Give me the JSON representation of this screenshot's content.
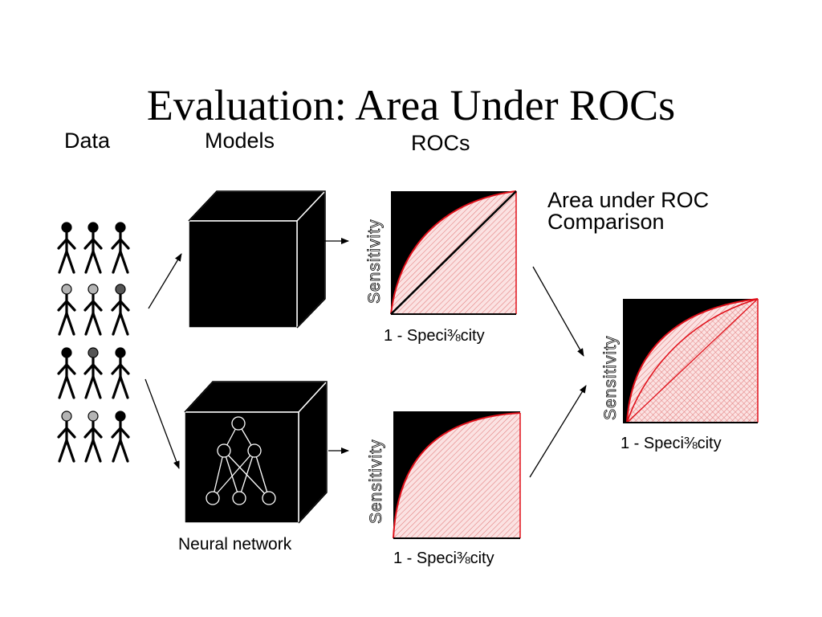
{
  "slide": {
    "title": "Evaluation: Area Under ROCs"
  },
  "columns": {
    "data": "Data",
    "models": "Models",
    "rocs": "ROCs"
  },
  "models": {
    "neural_network_label": "Neural network"
  },
  "roc_top": {
    "xlabel": "1 - Speci⅜city",
    "ylabel": "Sensitivity"
  },
  "roc_bottom": {
    "xlabel": "1 - Speci⅜city",
    "ylabel": "Sensitivity"
  },
  "roc_comparison": {
    "heading_line1": "Area under ROC",
    "heading_line2": "Comparison",
    "xlabel": "1 - Speci⅜city",
    "ylabel": "Sensitivity"
  },
  "colors": {
    "roc_curve": "#e0101a",
    "roc_fill": "#f7caca",
    "panel_bg": "#000000",
    "person_black": "#000000",
    "person_grey_light": "#b4b4b4",
    "person_grey_dark": "#555555"
  },
  "icons": [
    "stick-figure-icon",
    "cube-icon",
    "neural-network-icon",
    "arrow-icon"
  ]
}
